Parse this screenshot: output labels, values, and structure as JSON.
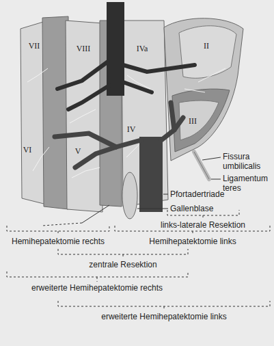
{
  "diagram": {
    "labels": [
      "VII",
      "VIII",
      "IVa",
      "II",
      "III",
      "Fissura umbilicalis",
      "Ligamentum teres",
      "VI",
      "V",
      "IV",
      "Pfortadertriade",
      "Gallenblase",
      "links-laterale Resektion",
      "Hemihepatektomie rechts",
      "Hemihepatektomie links",
      "zentrale Resektion",
      "erweiterte Hemihepatektomie rechts",
      "erweiterte Hemihepatektomie links"
    ]
  }
}
